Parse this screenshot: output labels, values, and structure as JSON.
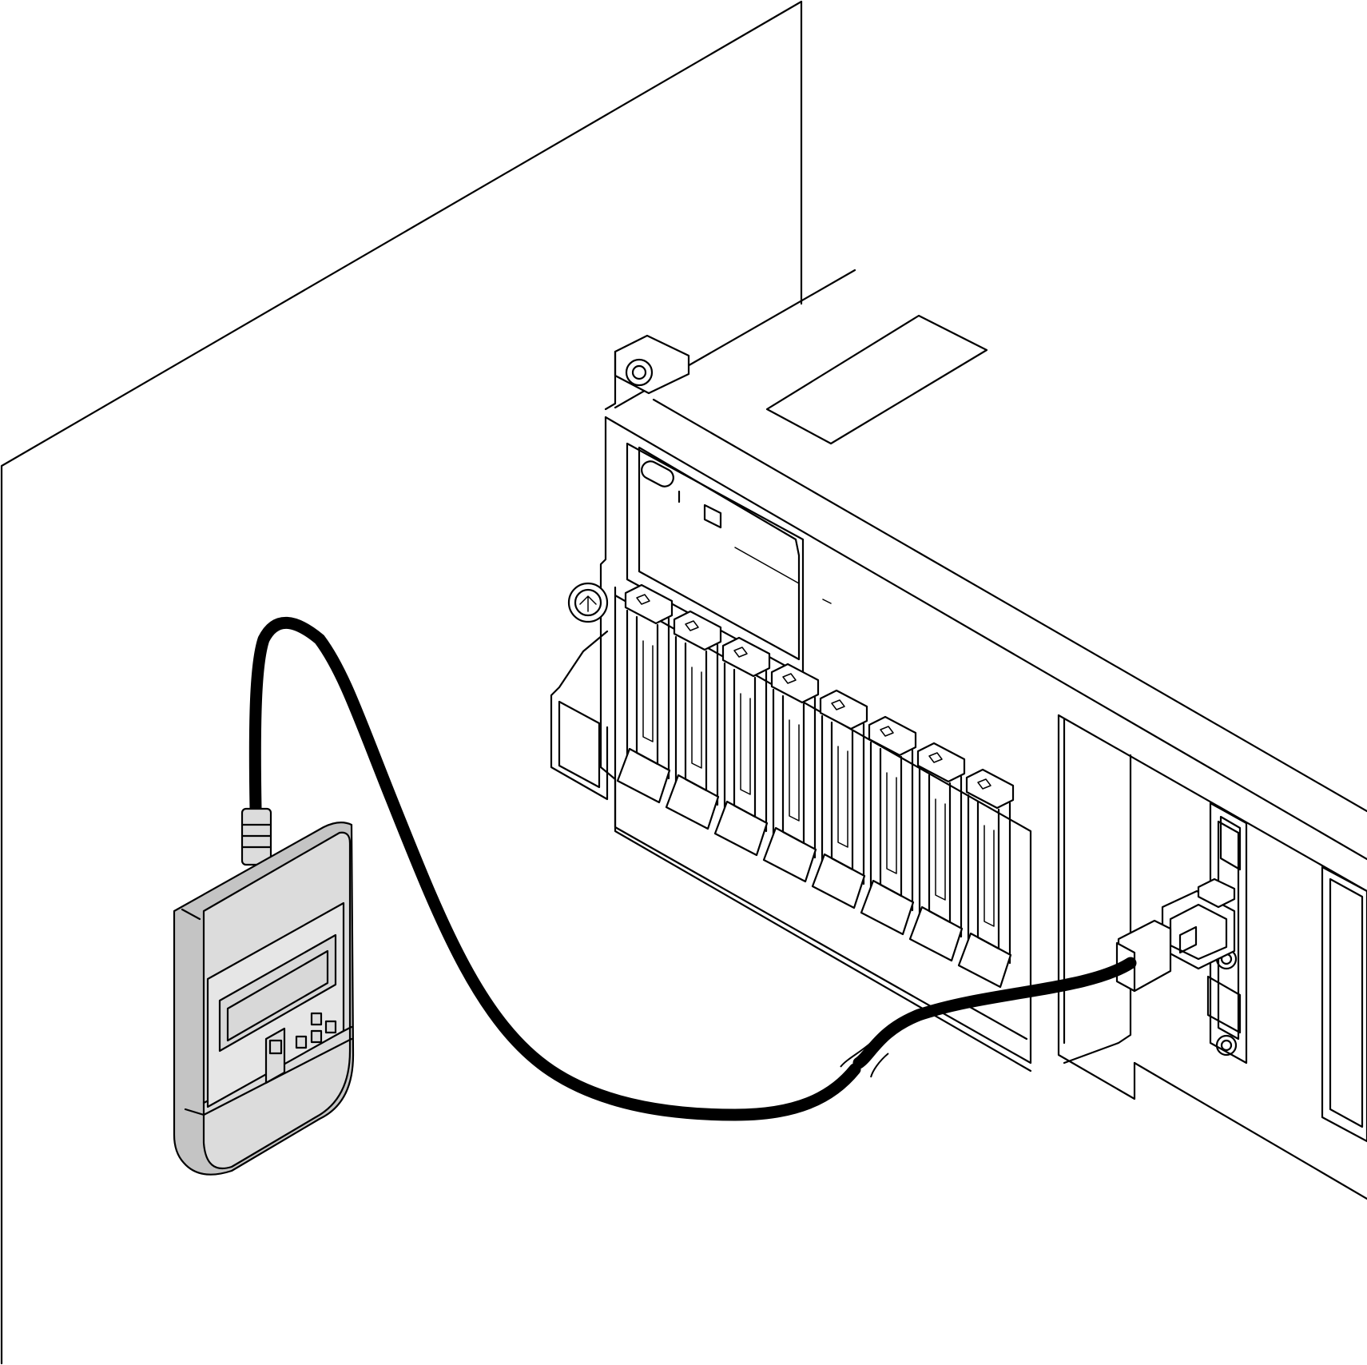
{
  "illustration": {
    "subject": "external-diagnostics-handset-connection",
    "colors": {
      "line": "#000000",
      "background": "#ffffff",
      "handset_body": "#dcdcdc",
      "handset_shadow": "#c4c4c4",
      "cable": "#000000"
    },
    "icons": {
      "wall": "wall-panel",
      "server": "rack-server-front",
      "handset": "diagnostics-handset",
      "cable": "handset-cable",
      "plug": "handset-connector",
      "drive_bays": "hot-swap-drive-bay"
    },
    "drive_bay_count": 8
  }
}
